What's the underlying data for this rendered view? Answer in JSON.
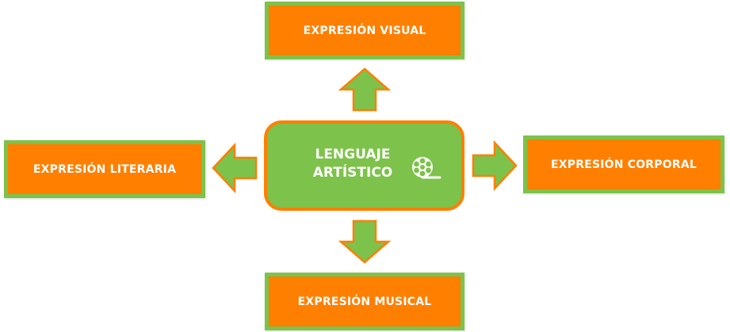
{
  "diagram": {
    "center": {
      "label_line1": "LENGUAJE",
      "label_line2": "ARTÍSTICO",
      "icon": "film-reel-icon"
    },
    "nodes": {
      "top": "EXPRESIÓN VISUAL",
      "left": "EXPRESIÓN LITERARIA",
      "right": "EXPRESIÓN CORPORAL",
      "bottom": "EXPRESIÓN MUSICAL"
    },
    "colors": {
      "orange": "#ff7f00",
      "green": "#7dc24a",
      "text": "#ffffff"
    }
  }
}
